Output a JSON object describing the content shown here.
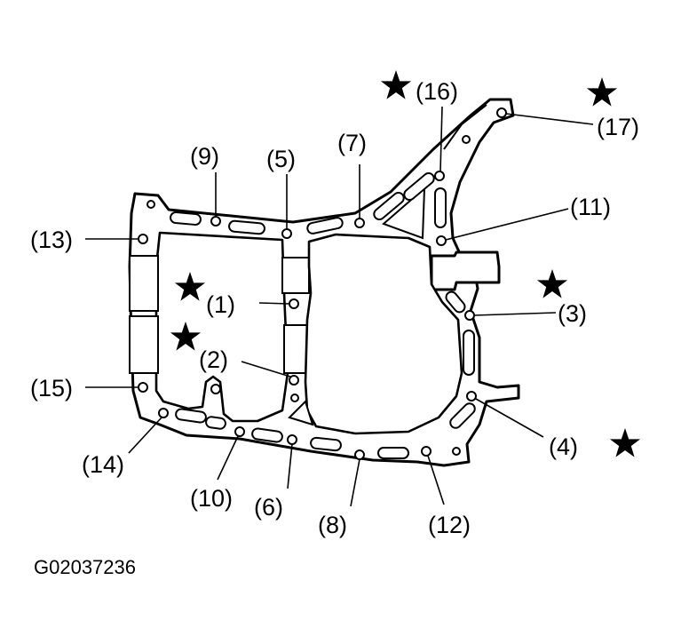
{
  "figure": {
    "id": "G02037236",
    "labels": {
      "b1": "(1)",
      "b2": "(2)",
      "b3": "(3)",
      "b4": "(4)",
      "b5": "(5)",
      "b6": "(6)",
      "b7": "(7)",
      "b8": "(8)",
      "b9": "(9)",
      "b10": "(10)",
      "b11": "(11)",
      "b12": "(12)",
      "b13": "(13)",
      "b14": "(14)",
      "b15": "(15)",
      "b16": "(16)",
      "b17": "(17)"
    },
    "starred_bolts": [
      "(1)",
      "(2)",
      "(3)",
      "(4)",
      "(16)",
      "(17)"
    ]
  },
  "colors": {
    "line": "#000000",
    "background": "#ffffff"
  }
}
